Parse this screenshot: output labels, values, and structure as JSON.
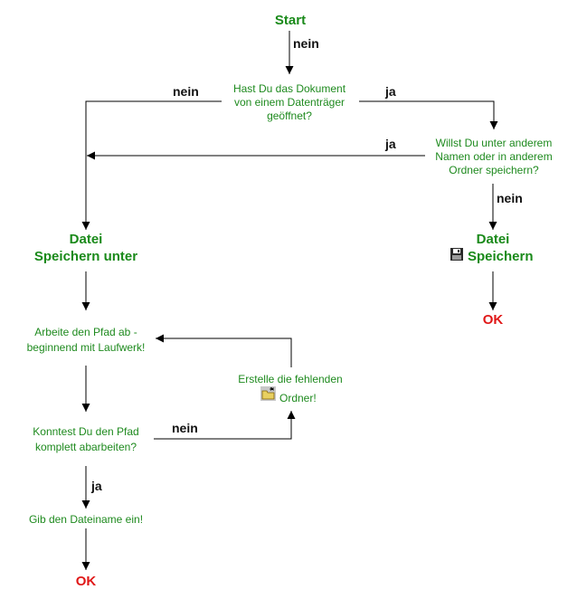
{
  "colors": {
    "node_text": "#1e8a1e",
    "ok_text": "#e01818",
    "edge_label": "#111111",
    "line": "#000000"
  },
  "nodes": {
    "start": "Start",
    "q_opened": [
      "Hast Du das Dokument",
      "von einem Datenträger",
      "geöffnet?"
    ],
    "q_other_name": [
      "Willst Du unter anderem",
      "Namen oder in anderem",
      "Ordner speichern?"
    ],
    "save_as": [
      "Datei",
      "Speichern unter"
    ],
    "save": [
      "Datei",
      "Speichern"
    ],
    "ok_right": "OK",
    "walk_path": [
      "Arbeite den Pfad ab -",
      "beginnend mit Laufwerk!"
    ],
    "create_folders": [
      "Erstelle die fehlenden",
      "Ordner!"
    ],
    "q_path_done": [
      "Konntest Du den Pfad",
      "komplett abarbeiten?"
    ],
    "enter_filename": "Gib den Dateiname ein!",
    "ok_bottom": "OK"
  },
  "edges": {
    "start_to_q1": "nein",
    "q1_no": "nein",
    "q1_yes": "ja",
    "q2_yes": "ja",
    "q2_no": "nein",
    "path_no": "nein",
    "path_yes": "ja"
  },
  "icons": {
    "save": "floppy-disk-icon",
    "new_folder": "new-folder-icon"
  }
}
